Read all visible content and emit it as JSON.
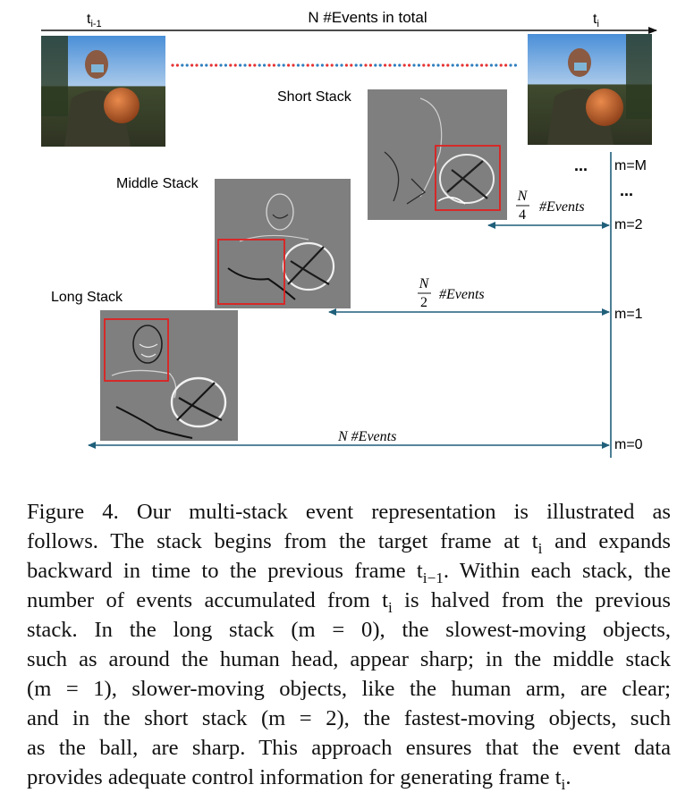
{
  "timeline": {
    "start_label": "t",
    "start_sub": "i-1",
    "end_label": "t",
    "end_sub": "i",
    "total_label": "N #Events in total"
  },
  "stacks": [
    {
      "name": "Short Stack",
      "m": "m=2",
      "frac_num": "N",
      "frac_den": "4",
      "events_label": "#Events"
    },
    {
      "name": "Middle Stack",
      "m": "m=1",
      "frac_num": "N",
      "frac_den": "2",
      "events_label": "#Events"
    },
    {
      "name": "Long Stack",
      "m": "m=0",
      "events_label": "N #Events"
    }
  ],
  "levels": {
    "top": "m=M",
    "dots_left": "...",
    "dots_right": "..."
  },
  "colors": {
    "arrow": "#1f5f7a",
    "box": "#e02020",
    "dot_red": "#e63333",
    "dot_blue": "#2f7fbf",
    "event_gray": "#7f7f7f"
  },
  "caption": {
    "lines": [
      "Figure 4.  Our multi-stack event representation is illustrated as",
      "follows. The stack begins from the target frame at t",
      "backward in time to the previous frame t",
      "number of events accumulated from t",
      "stack.  In the long stack (m = 0), the slowest-moving objects,",
      "such as around the human head, appear sharp; in the middle stack",
      "(m = 1), slower-moving objects, like the human arm, are clear;",
      "and in the short stack (m = 2), the fastest-moving objects, such",
      "as the ball, are sharp.  This approach ensures that the event data",
      "provides adequate control information for generating frame t"
    ],
    "l2_tail": " and expands",
    "l3_tail": ". Within each stack, the",
    "l4_tail": " is halved from the previous",
    "l10_tail": ".",
    "sub_i": "i",
    "sub_im1": "i−1"
  }
}
